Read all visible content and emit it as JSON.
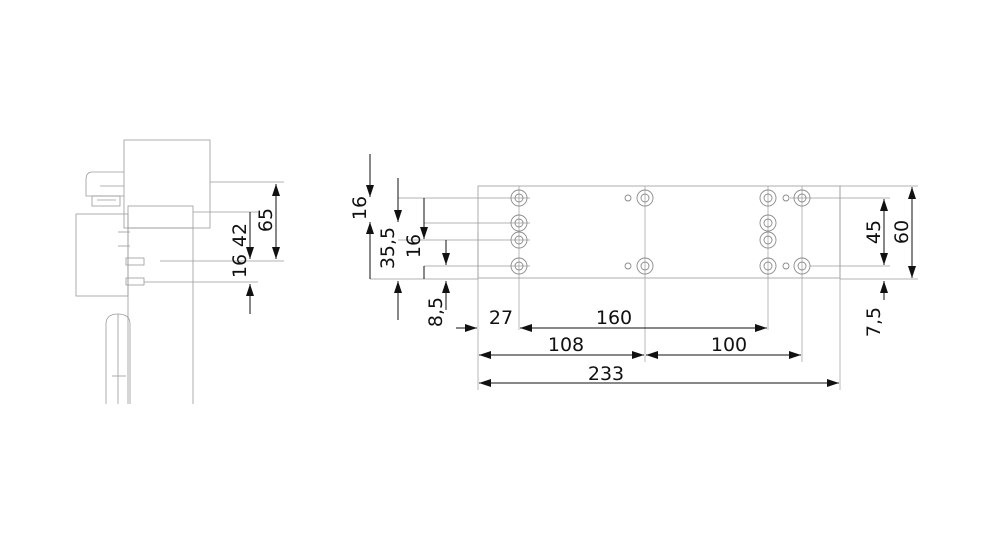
{
  "drawing": {
    "side_view": {
      "dims": [
        {
          "id": "dim-65",
          "label": "65"
        },
        {
          "id": "dim-42",
          "label": "42"
        },
        {
          "id": "dim-16-side",
          "label": "16"
        }
      ]
    },
    "plate_view": {
      "vertical_dims_left": [
        {
          "id": "dim-16-top",
          "label": "16"
        },
        {
          "id": "dim-35-5",
          "label": "35,5"
        },
        {
          "id": "dim-16-inner",
          "label": "16"
        },
        {
          "id": "dim-8-5",
          "label": "8,5"
        }
      ],
      "vertical_dims_right": [
        {
          "id": "dim-45",
          "label": "45"
        },
        {
          "id": "dim-60",
          "label": "60"
        },
        {
          "id": "dim-7-5",
          "label": "7,5"
        }
      ],
      "horizontal_dims": [
        {
          "id": "dim-27",
          "label": "27"
        },
        {
          "id": "dim-160",
          "label": "160"
        },
        {
          "id": "dim-108",
          "label": "108"
        },
        {
          "id": "dim-100",
          "label": "100"
        },
        {
          "id": "dim-233",
          "label": "233"
        }
      ]
    }
  }
}
